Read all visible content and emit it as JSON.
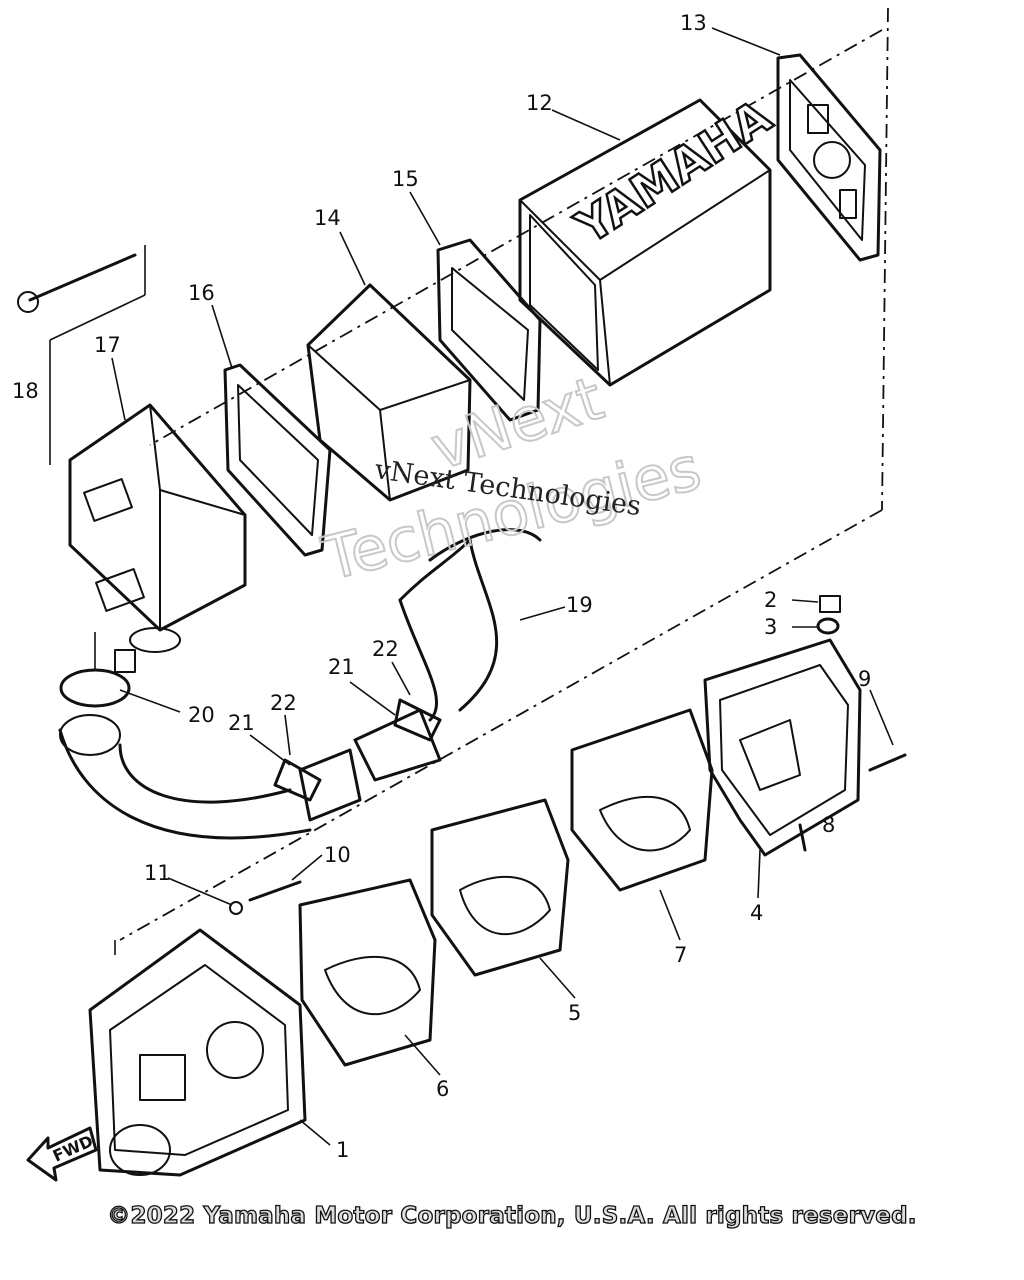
{
  "diagram": {
    "brand_text": "YAMAHA",
    "direction_text": "FWD",
    "part_numbers": [
      "1",
      "2",
      "3",
      "4",
      "5",
      "6",
      "7",
      "8",
      "9",
      "10",
      "11",
      "12",
      "13",
      "14",
      "15",
      "16",
      "17",
      "18",
      "19",
      "20",
      "21",
      "22",
      "21",
      "22"
    ],
    "watermark": {
      "line1": "vNext Technologies",
      "line2": "vNext",
      "line3": "Technologies"
    }
  },
  "footer": {
    "copyright": "©2022 Yamaha Motor Corporation, U.S.A. All rights reserved."
  }
}
